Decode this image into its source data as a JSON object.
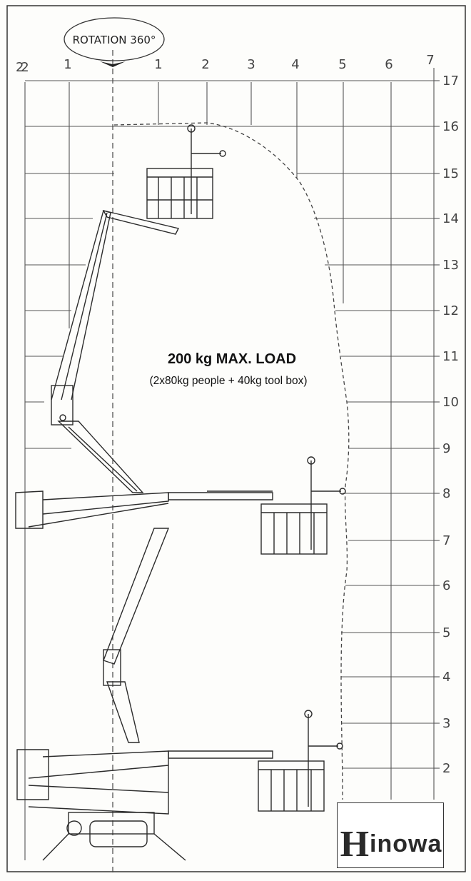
{
  "diagram": {
    "rotation_label": "ROTATION 360°",
    "load_title": "200 kg MAX. LOAD",
    "load_subtitle": "(2x80kg people + 40kg tool box)",
    "left_axis_labels": [
      "2",
      "1",
      "1"
    ],
    "top_axis_labels": [
      "2",
      "1",
      "1",
      "2",
      "3",
      "4",
      "5",
      "6",
      "7"
    ],
    "right_axis_labels": [
      "17",
      "16",
      "15",
      "14",
      "13",
      "12",
      "11",
      "10",
      "9",
      "8",
      "7",
      "6",
      "5",
      "4",
      "3",
      "2"
    ],
    "logo": {
      "initial": "H",
      "rest": "inowa"
    },
    "colors": {
      "line": "#2b2b2b",
      "grid": "#555555",
      "envelope": "#444444"
    }
  }
}
